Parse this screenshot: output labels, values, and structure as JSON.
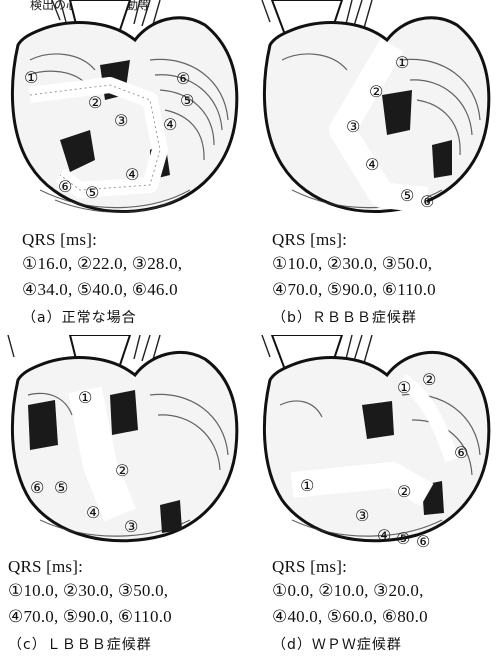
{
  "top_note": "検出の心房位置変動等",
  "panels": [
    {
      "markers": [
        "①",
        "②",
        "③",
        "④",
        "⑤",
        "⑥"
      ],
      "qrs_label": "QRS  [ms]:",
      "line1": "①16.0, ②22.0, ③28.0,",
      "line2": "④34.0, ⑤40.0, ⑥46.0",
      "caption": "（a）正常な場合"
    },
    {
      "markers": [
        "①",
        "②",
        "③",
        "④",
        "⑤",
        "⑥"
      ],
      "qrs_label": "QRS  [ms]:",
      "line1": "①10.0, ②30.0, ③50.0,",
      "line2": "④70.0, ⑤90.0, ⑥110.0",
      "caption": "（b）ＲＢＢＢ症候群"
    },
    {
      "markers": [
        "①",
        "②",
        "③",
        "④",
        "⑤",
        "⑥"
      ],
      "qrs_label": "QRS  [ms]:",
      "line1": "①10.0, ②30.0, ③50.0,",
      "line2": "④70.0, ⑤90.0, ⑥110.0",
      "caption": "（c）ＬＢＢＢ症候群"
    },
    {
      "markers": [
        "①",
        "②",
        "③",
        "④",
        "⑤",
        "⑥"
      ],
      "qrs_label": "QRS  [ms]:",
      "line1": "①0.0,   ②10.0, ③20.0,",
      "line2": "④40.0, ⑤60.0, ⑥80.0",
      "caption": "（d）ＷＰＷ症候群"
    }
  ]
}
